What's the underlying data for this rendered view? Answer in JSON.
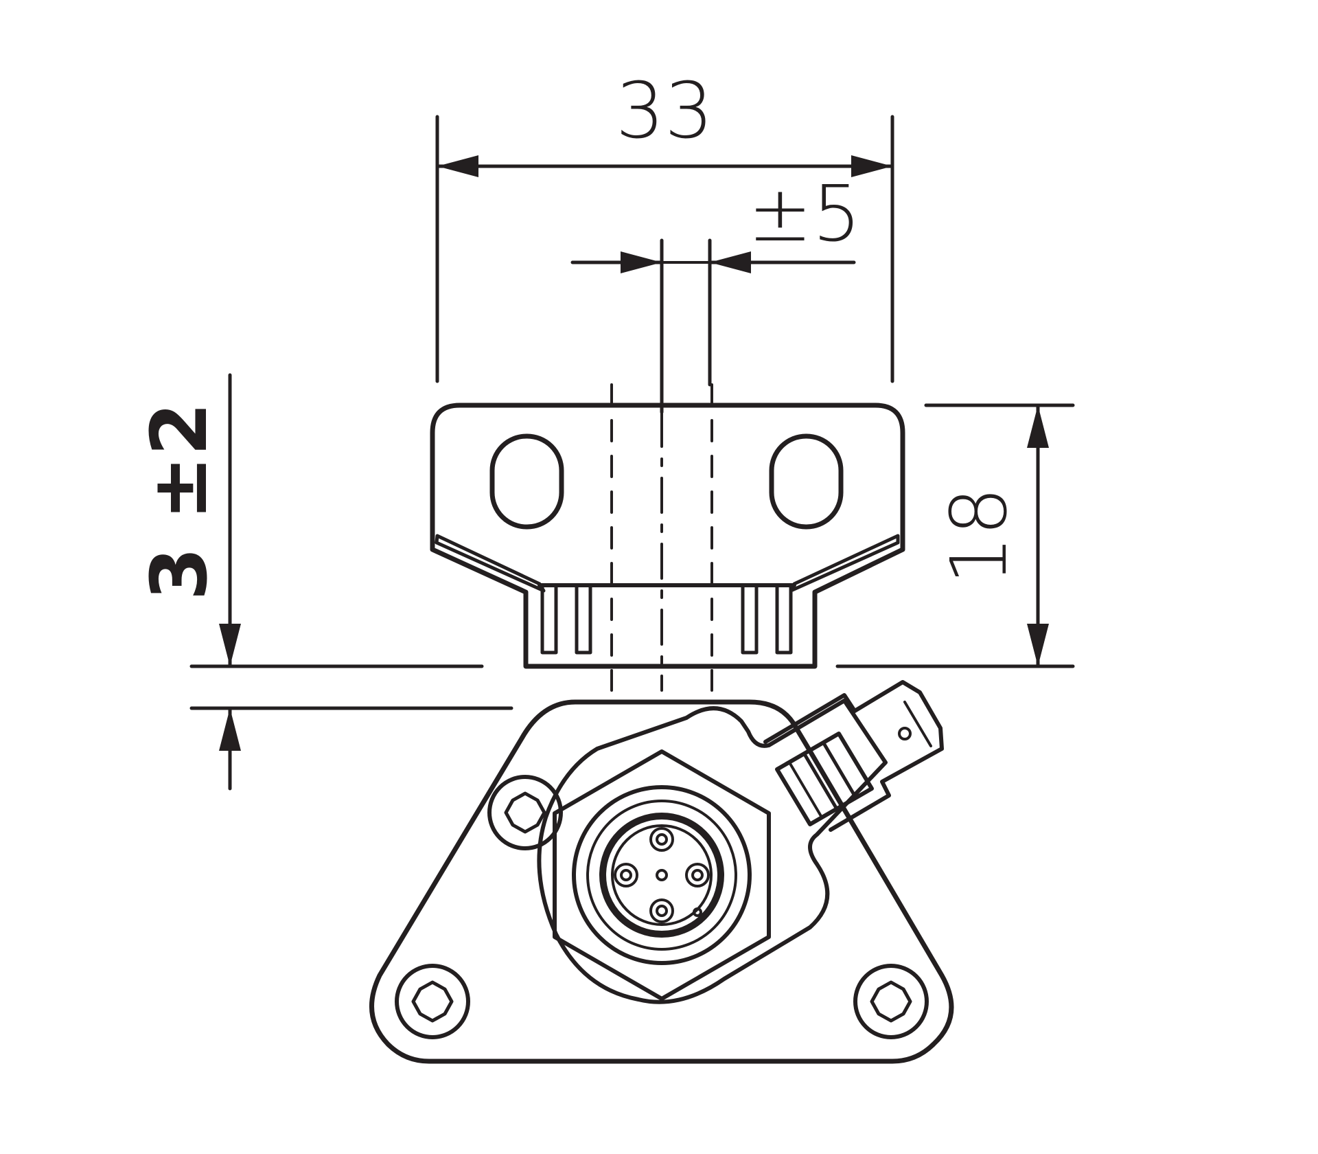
{
  "dimensions": {
    "width_label": "33",
    "offset_label": "±5",
    "height_label": "18",
    "gap_label": "3 ±2"
  },
  "colors": {
    "line": "#231f20",
    "background": "#ffffff"
  }
}
